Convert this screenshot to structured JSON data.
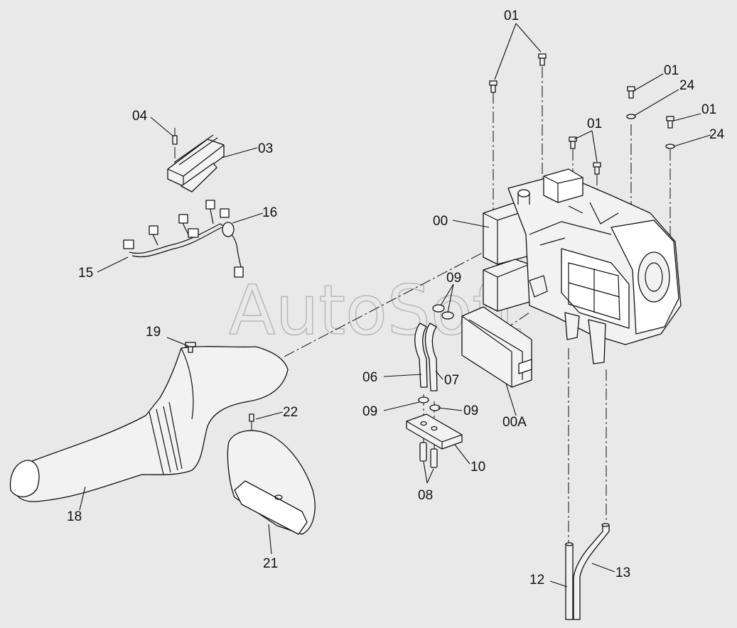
{
  "watermark": "AutoSoft",
  "labels": {
    "p00": "00",
    "p00A": "00A",
    "p01": "01",
    "p03": "03",
    "p04": "04",
    "p06": "06",
    "p07": "07",
    "p08": "08",
    "p09": "09",
    "p10": "10",
    "p12": "12",
    "p13": "13",
    "p15": "15",
    "p16": "16",
    "p18": "18",
    "p19": "19",
    "p21": "21",
    "p22": "22",
    "p24": "24"
  }
}
